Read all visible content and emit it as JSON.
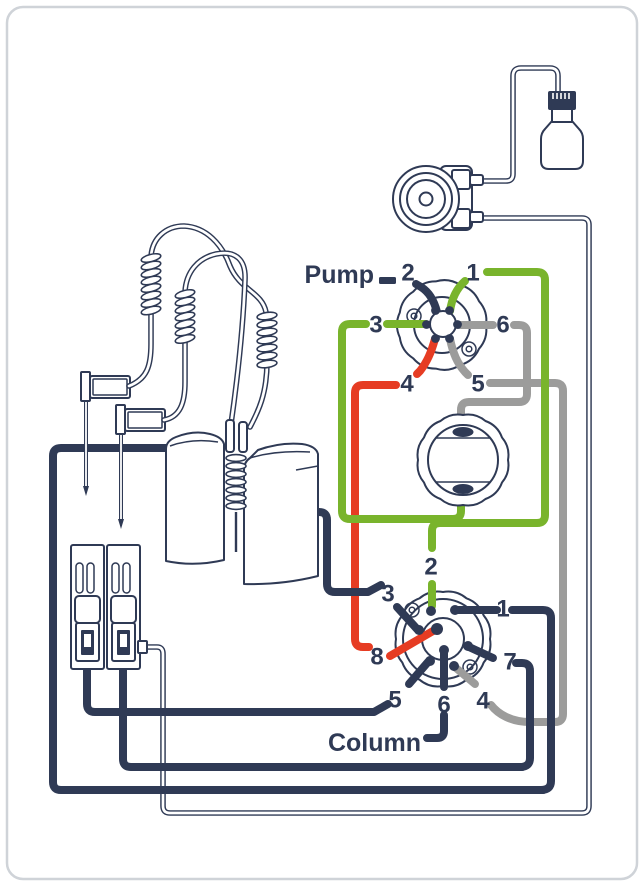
{
  "pump_valve": {
    "label": "Pump",
    "ports": [
      "1",
      "2",
      "3",
      "4",
      "5",
      "6"
    ]
  },
  "column_valve": {
    "label": "Column",
    "ports": [
      "1",
      "2",
      "3",
      "4",
      "5",
      "6",
      "7",
      "8"
    ]
  },
  "colors": {
    "navy": "#2f3a55",
    "green": "#79b42c",
    "red": "#e63c23",
    "gray": "#9c9c9b",
    "border": "#cfd3d8"
  }
}
